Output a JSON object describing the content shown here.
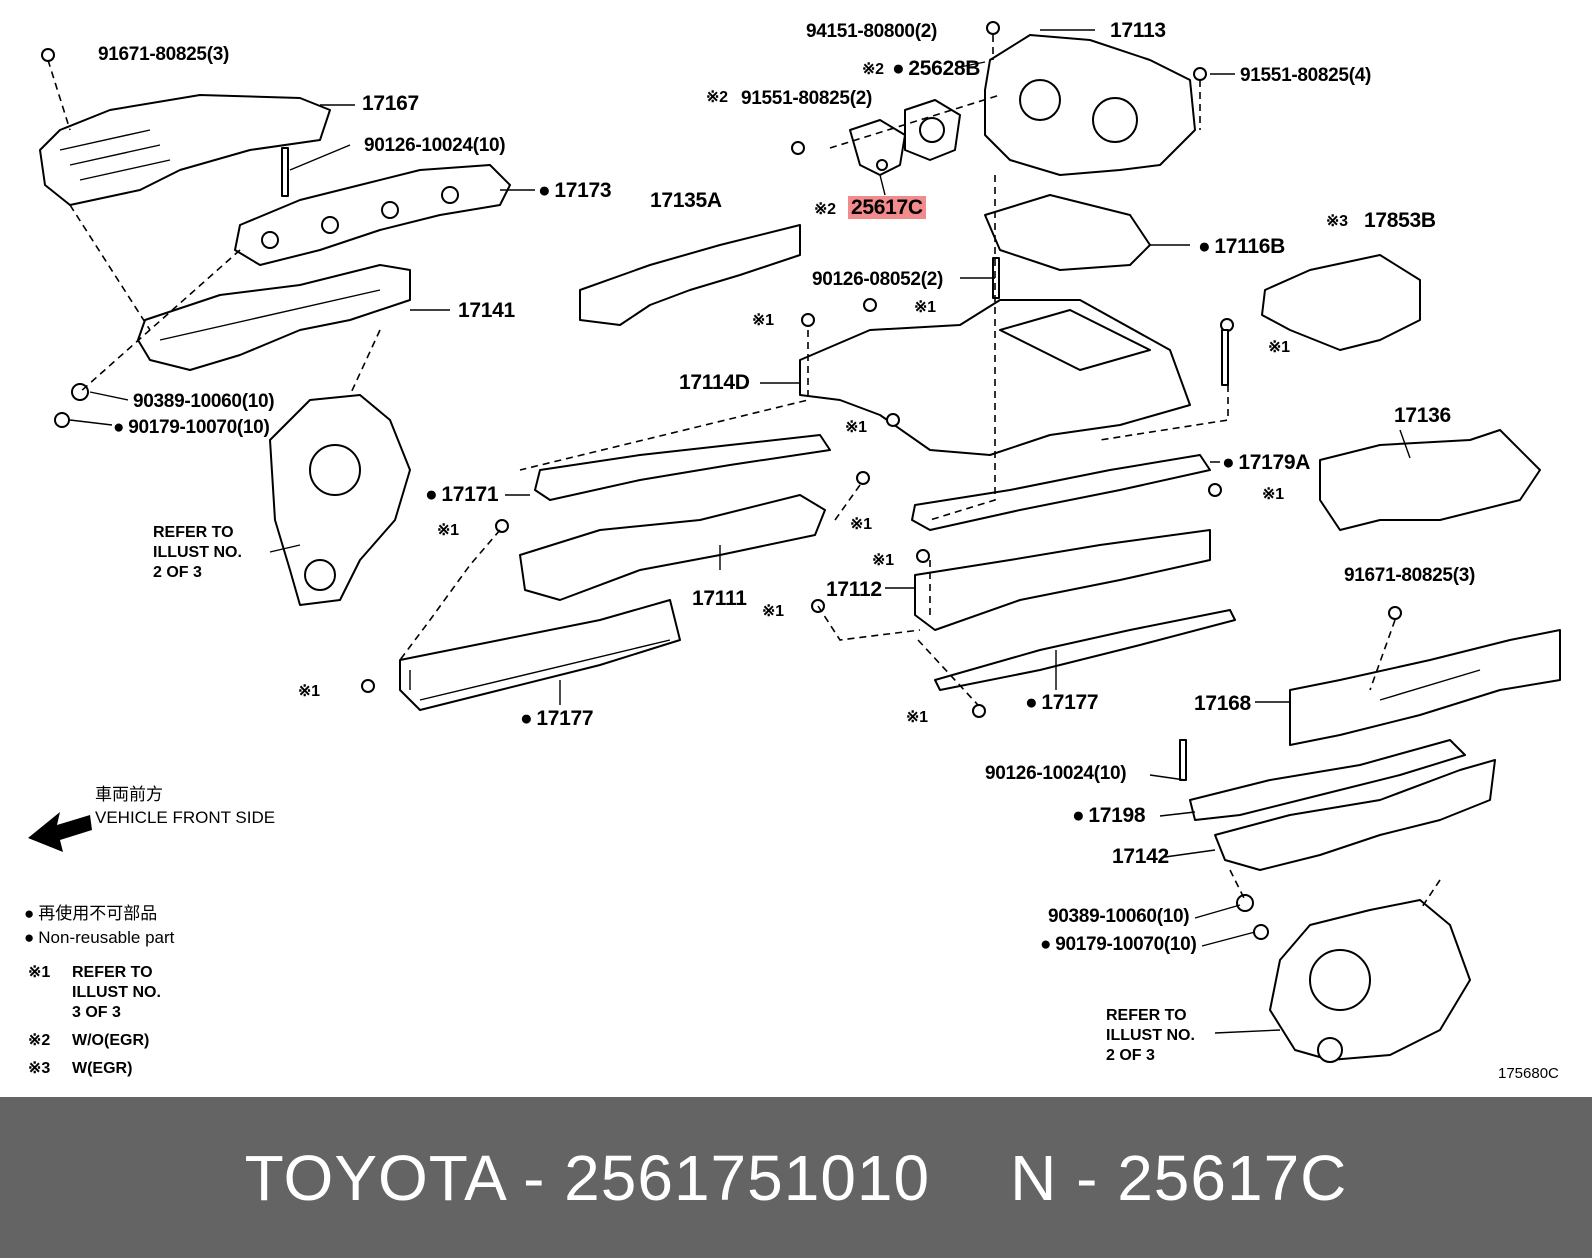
{
  "parts": {
    "p91671_a": "91671-80825(3)",
    "p17167": "17167",
    "p90126_a": "90126-10024(10)",
    "p17173": "17173",
    "p17141": "17141",
    "p90389_a": "90389-10060(10)",
    "p90179_a": "90179-10070(10)",
    "p94151": "94151-80800(2)",
    "p17113": "17113",
    "p25628B": "25628B",
    "p91551_a": "91551-80825(2)",
    "p91551_b": "91551-80825(4)",
    "p25617C": "25617C",
    "p17135A": "17135A",
    "p17116B": "17116B",
    "p17853B": "17853B",
    "p90126_b": "90126-08052(2)",
    "p17114D": "17114D",
    "p17136": "17136",
    "p17179A": "17179A",
    "p17171": "17171",
    "p17111": "17111",
    "p17112": "17112",
    "p91671_b": "91671-80825(3)",
    "p17177_a": "17177",
    "p17177_b": "17177",
    "p17168": "17168",
    "p90126_c": "90126-10024(10)",
    "p17198": "17198",
    "p17142": "17142",
    "p90389_b": "90389-10060(10)",
    "p90179_b": "90179-10070(10)"
  },
  "marks": {
    "m1": "※1",
    "m2": "※2",
    "m3": "※3"
  },
  "refer_left": [
    "REFER TO",
    "ILLUST NO.",
    "2 OF 3"
  ],
  "refer_right": [
    "REFER TO",
    "ILLUST NO.",
    "2 OF 3"
  ],
  "front": {
    "jp": "車両前方",
    "en": "VEHICLE FRONT SIDE"
  },
  "legend": {
    "nonreuse_jp": "再使用不可部品",
    "nonreuse_en": "Non-reusable part",
    "note1_mark": "※1",
    "note1": [
      "REFER TO",
      "ILLUST NO.",
      "3 OF 3"
    ],
    "note2_mark": "※2",
    "note2": "W/O(EGR)",
    "note3_mark": "※3",
    "note3": "W(EGR)"
  },
  "illust_code": "175680C",
  "footer": {
    "left": "TOYOTA - 2561751010",
    "right": "N - 25617C"
  },
  "colors": {
    "footer_bg": "#646464",
    "footer_text": "#ffffff",
    "highlight": "#f28b8b"
  }
}
